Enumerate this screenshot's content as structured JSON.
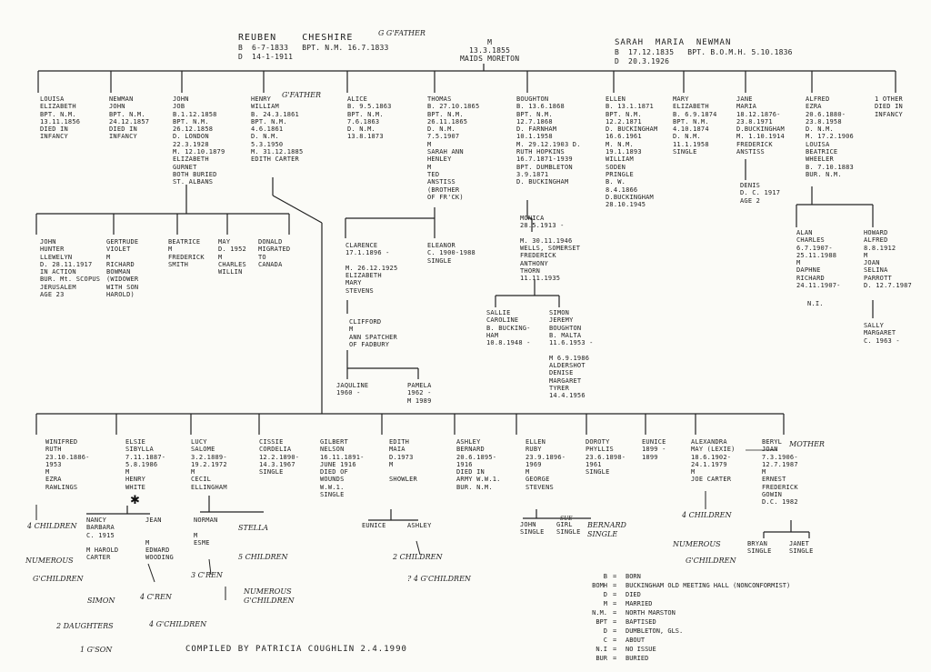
{
  "founders": {
    "father_name": "REUBEN    CHESHIRE",
    "father_detail": "B  6-7-1833   BPT. N.M. 16.7.1833\nD  14-1-1911",
    "father_note": "G G'FATHER",
    "marriage": "M\n13.3.1855\nMAIDS MORETON",
    "mother_name": "SARAH  MARIA  NEWMAN",
    "mother_detail": "B  17.12.1835   BPT. B.O.M.H. 5.10.1836\nD  20.3.1926"
  },
  "children": [
    {
      "id": "louisa",
      "text": "LOUISA\nELIZABETH\nBPT. N.M.\n13.11.1856\nDIED IN\nINFANCY"
    },
    {
      "id": "newman",
      "text": "NEWMAN\nJOHN\nBPT. N.M.\n24.12.1857\nDIED IN\nINFANCY"
    },
    {
      "id": "john",
      "text": "JOHN\nJOB\nB.1.12.1858\nBPT. N.M.\n26.12.1858\nD. LONDON\n22.3.1928\nM. 12.10.1879\nELIZABETH\nGURNET\nBOTH BURIED\nST. ALBANS"
    },
    {
      "id": "henry",
      "text": "HENRY\nWILLIAM\nB. 24.3.1861\nBPT. N.M.\n4.6.1861\nD. N.M.\n5.3.1950\nM. 31.12.1885\nEDITH CARTER",
      "note": "G'FATHER"
    },
    {
      "id": "alice",
      "text": "ALICE\nB. 9.5.1863\nBPT. N.M.\n7.6.1863\nD. N.M.\n13.8.1873"
    },
    {
      "id": "thomas",
      "text": "THOMAS\nB. 27.10.1865\nBPT. N.M.\n26.11.1865\nD. N.M.\n7.5.1907\nM\nSARAH ANN\nHENLEY\nM\nTED\nANSTISS\n(BROTHER\nOF FR'CK)"
    },
    {
      "id": "boughton",
      "text": "BOUGHTON\nB. 13.6.1868\nBPT. N.M.\n12.7.1868\nD. FARNHAM\n10.1.1958\nM. 29.12.1903 D.\nRUTH HOPKINS\n16.7.1871-1939\nBPT. DUMBLETON\n3.9.1871\nD. BUCKINGHAM"
    },
    {
      "id": "ellen",
      "text": "ELLEN\nB. 13.1.1871\nBPT. N.M.\n12.2.1871\nD. BUCKINGHAM\n16.6.1961\nM. N.M.\n19.1.1893\nWILLIAM\nSODEN\nPRINGLE\nB. W.\n8.4.1866\nD.BUCKINGHAM\n28.10.1945"
    },
    {
      "id": "mary",
      "text": "MARY\nELIZABETH\nB. 6.9.1874\nBPT. N.M.\n4.10.1874\nD. N.M.\n11.1.1958\nSINGLE"
    },
    {
      "id": "jane",
      "text": "JANE\nMARIA\n18.12.1876-\n23.8.1971\nD.BUCKINGHAM\nM. 1.10.1914\nFREDERICK\nANSTISS"
    },
    {
      "id": "alfred",
      "text": "ALFRED\nEZRA\n20.6.1880-\n23.8.1958\nD. N.M.\nM. 17.2.1906\nLOUISA\nBEATRICE\nWHEELER\nB. 7.10.1883\nBUR. N.M."
    },
    {
      "id": "other",
      "text": "1 OTHER\nDIED IN\nINFANCY"
    }
  ],
  "second_gen": [
    {
      "id": "john_h",
      "text": "JOHN\nHUNTER\nLLEWELYN\nD. 28.11.1917\nIN ACTION\nBUR. Mt. SCOPUS\nJERUSALEM\nAGE 23"
    },
    {
      "id": "gertrude",
      "text": "GERTRUDE\nVIOLET\nM\nRICHARD\nBOWMAN\n(WIDOWER\nWITH SON\nHAROLD)"
    },
    {
      "id": "beatrice",
      "text": "BEATRICE\nM\nFREDERICK\nSMITH"
    },
    {
      "id": "may",
      "text": "MAY\nD. 1952\nM\nCHARLES\nWILLIN"
    },
    {
      "id": "donald",
      "text": "DONALD\nMIGRATED\nTO\nCANADA"
    },
    {
      "id": "clarence",
      "text": "CLARENCE\n17.1.1896 -\n\nM. 26.12.1925\nELIZABETH\nMARY\nSTEVENS"
    },
    {
      "id": "eleanor",
      "text": "ELEANOR\nC. 1900-1988\nSINGLE"
    },
    {
      "id": "monica",
      "text": "MONICA\n28.5.1913 -\n\nM. 30.11.1946\nWELLS, SOMERSET\nFREDERICK\nANTHONY\nTHORN\n11.11.1935"
    },
    {
      "id": "denis",
      "text": "DENIS\nD. C. 1917\nAGE 2"
    },
    {
      "id": "alan",
      "text": "ALAN\nCHARLES\n6.7.1907-\n25.11.1988\nM\nDAPHNE\nRICHARD\n24.11.1907-"
    },
    {
      "id": "ni",
      "text": "N.I."
    },
    {
      "id": "howard",
      "text": "HOWARD\nALFRED\n8.8.1912\nM\nJOAN\nSELINA\nPARROTT\nD. 12.7.1987"
    },
    {
      "id": "sally",
      "text": "SALLY\nMARGARET\nC. 1963 -"
    },
    {
      "id": "clifford",
      "text": "CLIFFORD\nM\nANN SPATCHER\nOF FADBURY"
    },
    {
      "id": "jaquline",
      "text": "JAQULINE\n1960 -"
    },
    {
      "id": "pamela",
      "text": "PAMELA\n1962 -\nM 1989"
    },
    {
      "id": "sallie",
      "text": "SALLIE\nCAROLINE\nB. BUCKING-\nHAM\n10.8.1948 -"
    },
    {
      "id": "simon",
      "text": "SIMON\nJEREMY\nBOUGHTON\nB. MALTA\n11.6.1953 -\n\nM 6.9.1986\nALDERSHOT\nDENISE\nMARGARET\nTYRER\n14.4.1956"
    }
  ],
  "henry_children": [
    {
      "id": "winifred",
      "text": "WINIFRED\nRUTH\n23.10.1886-\n1953\nM\nEZRA\nRAWLINGS"
    },
    {
      "id": "elsie",
      "text": "ELSIE\nSIBYLLA\n7.11.1887-\n5.8.1986\nM\nHENRY\nWHITE"
    },
    {
      "id": "lucy",
      "text": "LUCY\nSALOME\n3.2.1889-\n19.2.1972\nM\nCECIL\nELLINGHAM"
    },
    {
      "id": "cissie",
      "text": "CISSIE\nCORDELIA\n12.2.1890-\n14.3.1967\nSINGLE"
    },
    {
      "id": "gilbert",
      "text": "GILBERT\nNELSON\n16.11.1891-\nJUNE 1916\nDIED OF\nWOUNDS\nW.W.1.\nSINGLE"
    },
    {
      "id": "edith",
      "text": "EDITH\nMAIA\nD.1973\nM\n\nSHOWLER"
    },
    {
      "id": "ashley",
      "text": "ASHLEY\nBERNARD\n20.6.1895-\n1916\nDIED IN\nARMY W.W.1.\nBUR. N.M."
    },
    {
      "id": "ellen_r",
      "text": "ELLEN\nRUBY\n23.9.1896-\n1969\nM\nGEORGE\nSTEVENS"
    },
    {
      "id": "doroty",
      "text": "DOROTY\nPHYLLIS\n23.6.1898-\n1961\nSINGLE"
    },
    {
      "id": "eunice",
      "text": "EUNICE\n1899 -\n1899"
    },
    {
      "id": "alexandra",
      "text": "ALEXANDRA\nMAY (LEXIE)\n18.6.1902-\n24.1.1979\nM\nJOE CARTER"
    },
    {
      "id": "beryl",
      "text": "BERYL\nJOAN\n7.3.1906-\n12.7.1987\nM\nERNEST\nFREDERICK\nGOWIN\nD.C. 1982",
      "note": "MOTHER"
    }
  ],
  "third_gen": [
    {
      "id": "nancy",
      "text": "NANCY\nBARBARA\nC. 1915\n\nM HAROLD\nCARTER"
    },
    {
      "id": "jean",
      "text": "JEAN\n\n\nM\nEDWARD\nWOODING"
    },
    {
      "id": "norman",
      "text": "NORMAN\n\nM\nESME"
    },
    {
      "id": "eunice2",
      "text": "EUNICE"
    },
    {
      "id": "ashley2",
      "text": "ASHLEY"
    },
    {
      "id": "john_s",
      "text": "JOHN\nSINGLE"
    },
    {
      "id": "girl",
      "text": "GIRL\nSINGLE"
    },
    {
      "id": "bryan",
      "text": "BRYAN\nSINGLE"
    },
    {
      "id": "janet",
      "text": "JANET\nSINGLE"
    }
  ],
  "handwritten": [
    {
      "id": "h1",
      "text": "4 CHILDREN"
    },
    {
      "id": "h2",
      "text": "NUMEROUS"
    },
    {
      "id": "h3",
      "text": "G'CHILDREN"
    },
    {
      "id": "h4",
      "text": "SIMON"
    },
    {
      "id": "h5",
      "text": "2 DAUGHTERS"
    },
    {
      "id": "h6",
      "text": "1 G'SON"
    },
    {
      "id": "h7",
      "text": "4 C'REN"
    },
    {
      "id": "h8",
      "text": "4 G'CHILDREN"
    },
    {
      "id": "h9",
      "text": "3 C'REN"
    },
    {
      "id": "h10",
      "text": "STELLA"
    },
    {
      "id": "h11",
      "text": "5 CHILDREN"
    },
    {
      "id": "h12",
      "text": "NUMEROUS\nG'CHILDREN"
    },
    {
      "id": "h13",
      "text": "2 CHILDREN"
    },
    {
      "id": "h14",
      "text": "? 4 G'CHILDREN"
    },
    {
      "id": "h15",
      "text": "BERNARD\nSINGLE"
    },
    {
      "id": "h16",
      "text": "4 CHILDREN"
    },
    {
      "id": "h17",
      "text": "NUMEROUS"
    },
    {
      "id": "h18",
      "text": "G'CHILDREN"
    },
    {
      "id": "h19",
      "text": "SUE"
    }
  ],
  "legend": [
    {
      "abbr": "B",
      "meaning": "BORN"
    },
    {
      "abbr": "BOMH",
      "meaning": "BUCKINGHAM OLD MEETING HALL (NONCONFORMIST)"
    },
    {
      "abbr": "D",
      "meaning": "DIED"
    },
    {
      "abbr": "M",
      "meaning": "MARRIED"
    },
    {
      "abbr": "N.M.",
      "meaning": "NORTH MARSTON"
    },
    {
      "abbr": "BPT",
      "meaning": "BAPTISED"
    },
    {
      "abbr": "D",
      "meaning": "DUMBLETON, GLS."
    },
    {
      "abbr": "C",
      "meaning": "ABOUT"
    },
    {
      "abbr": "N.I",
      "meaning": "NO ISSUE"
    },
    {
      "abbr": "BUR",
      "meaning": "BURIED"
    }
  ],
  "compiled": "COMPILED  BY  PATRICIA  COUGHLIN     2.4.1990"
}
